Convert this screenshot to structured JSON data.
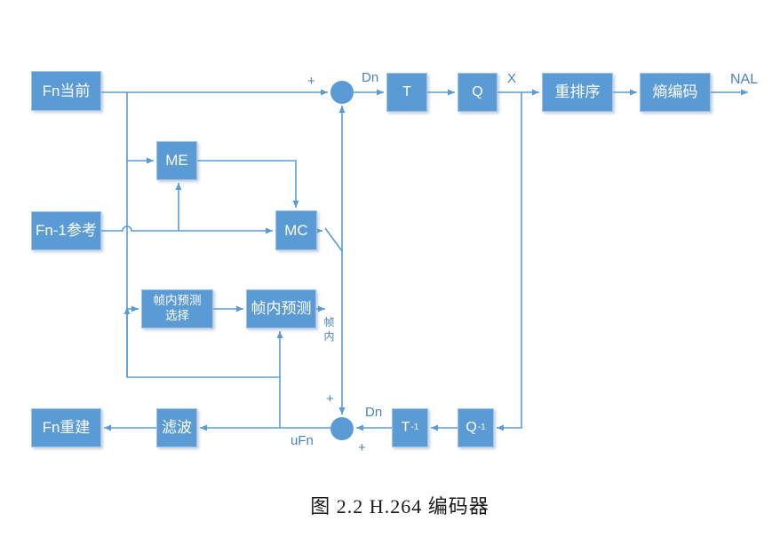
{
  "diagram": {
    "caption": "图 2.2 H.264 编码器",
    "palette": {
      "box_fill": "#5B9BD5",
      "box_border": "#A3C4E8",
      "connector": "#5B9BD5",
      "label_text": "#4A80C3",
      "box_text": "#FFFFFF",
      "caption_text": "#1A1A1A"
    },
    "boxes": {
      "fn_current": "Fn当前",
      "me": "ME",
      "fn_ref": "Fn-1参考",
      "mc": "MC",
      "intra_select_line1": "帧内预测",
      "intra_select_line2": "选择",
      "intra_pred": "帧内预测",
      "fn_recon": "Fn重建",
      "filter": "滤波",
      "transform": "T",
      "quant": "Q",
      "reorder": "重排序",
      "entropy": "熵编码",
      "inv_transform_base": "T",
      "inv_transform_sup": "-1",
      "inv_quant_base": "Q",
      "inv_quant_sup": "-1"
    },
    "labels": {
      "plus_top": "+",
      "dn_top": "Dn",
      "x_out": "X",
      "nal": "NAL",
      "intra_mode": "帧内",
      "plus_recon_top": "+",
      "dn_recon": "Dn",
      "plus_recon_bottom": "+",
      "ufn": "uFn"
    }
  }
}
